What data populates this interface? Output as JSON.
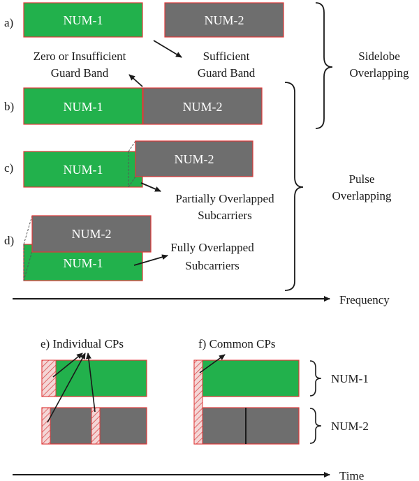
{
  "colors": {
    "green": "#22b14c",
    "gray": "#6e6e6e",
    "border": "#e03a3a",
    "cp_fill": "#f4d6d6",
    "cp_hatch": "#d94a4a",
    "ink": "#1a1a1a"
  },
  "rows": {
    "a": "a)",
    "b": "b)",
    "c": "c)",
    "d": "d)"
  },
  "blocks": {
    "num1": "NUM-1",
    "num2": "NUM-2"
  },
  "annotations": {
    "zero_guard_line1": "Zero or Insufficient",
    "zero_guard_line2": "Guard Band",
    "suff_guard_line1": "Sufficient",
    "suff_guard_line2": "Guard Band",
    "partial_line1": "Partially Overlapped",
    "partial_line2": "Subcarriers",
    "full_line1": "Fully Overlapped",
    "full_line2": "Subcarriers"
  },
  "braces": {
    "sidelobe_line1": "Sidelobe",
    "sidelobe_line2": "Overlapping",
    "pulse_line1": "Pulse",
    "pulse_line2": "Overlapping"
  },
  "axes": {
    "frequency": "Frequency",
    "time": "Time"
  },
  "cp": {
    "individual": "e) Individual CPs",
    "common": "f) Common CPs",
    "num1": "NUM-1",
    "num2": "NUM-2"
  }
}
